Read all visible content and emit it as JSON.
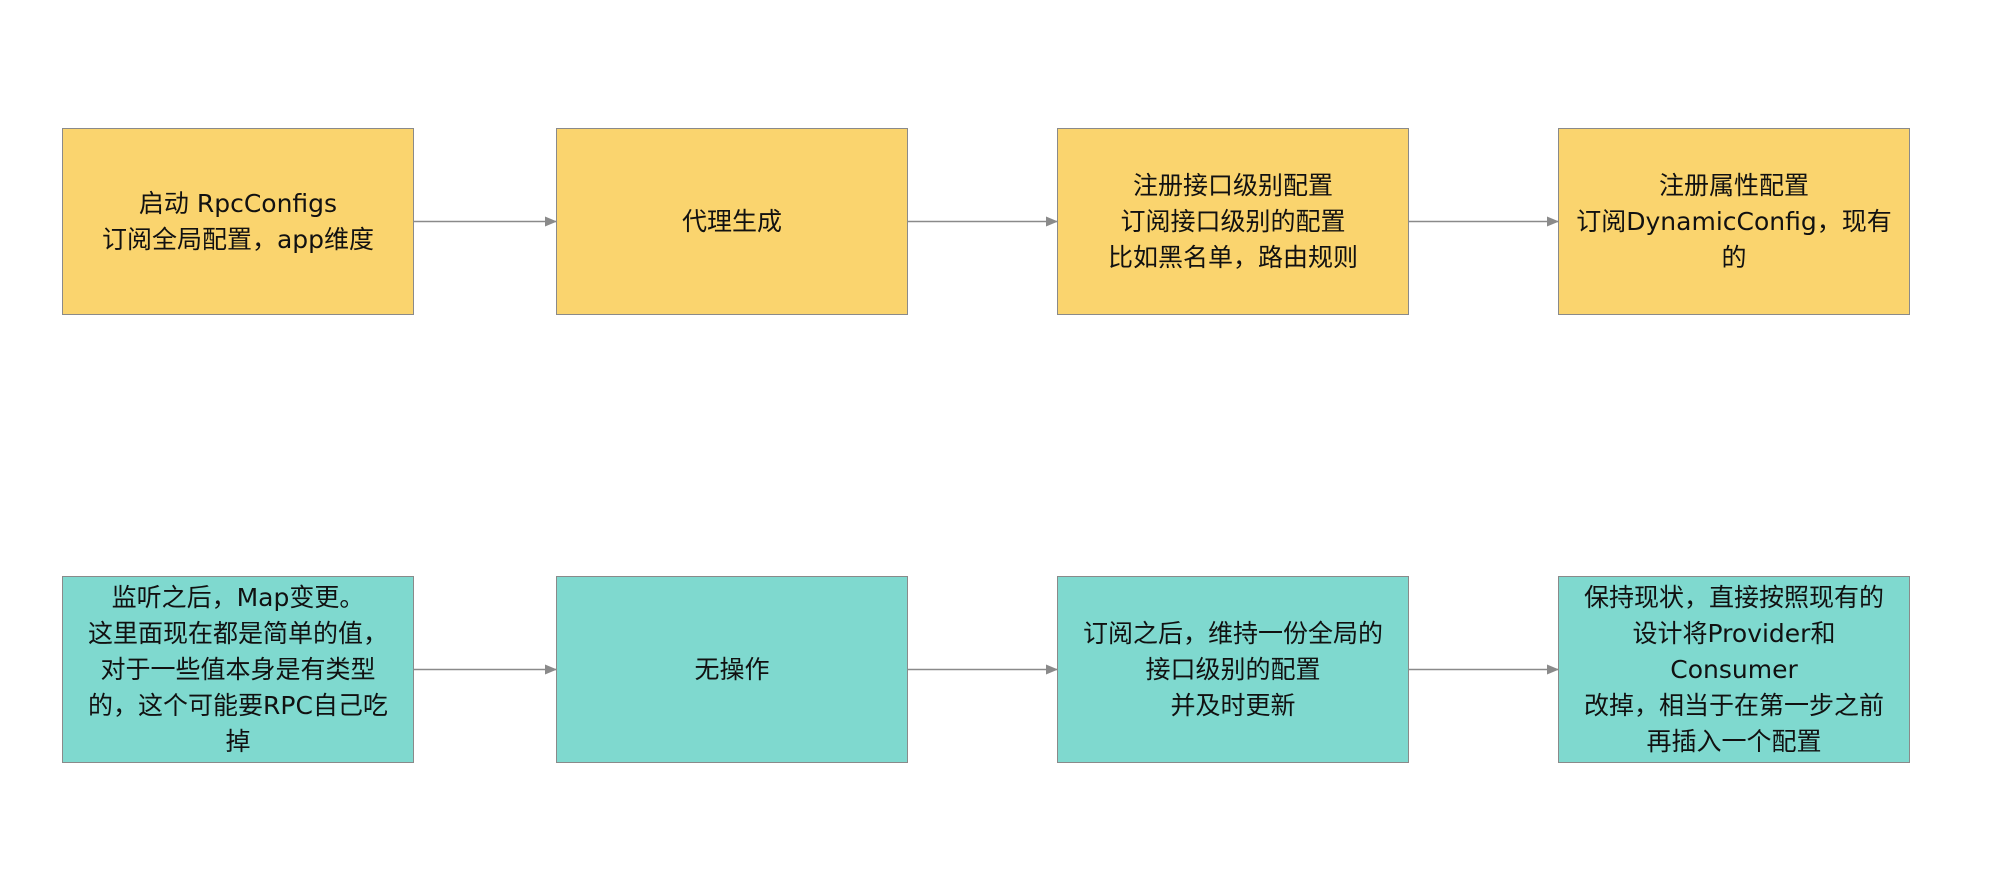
{
  "colors": {
    "row1_fill": "#FAD46E",
    "row2_fill": "#7FD9CF",
    "border": "#8A8A8A",
    "arrow": "#8A8A8A"
  },
  "rows": [
    {
      "nodes": [
        {
          "text": "启动 RpcConfigs\n订阅全局配置，app维度"
        },
        {
          "text": "代理生成"
        },
        {
          "text": "注册接口级别配置\n订阅接口级别的配置\n比如黑名单，路由规则"
        },
        {
          "text": "注册属性配置\n订阅DynamicConfig，现有\n的"
        }
      ]
    },
    {
      "nodes": [
        {
          "text": "监听之后，Map变更。\n这里面现在都是简单的值，\n对于一些值本身是有类型\n的，这个可能要RPC自己吃\n掉"
        },
        {
          "text": "无操作"
        },
        {
          "text": "订阅之后，维持一份全局的\n接口级别的配置\n并及时更新"
        },
        {
          "text": "保持现状，直接按照现有的\n设计将Provider和Consumer\n改掉，相当于在第一步之前\n再插入一个配置"
        }
      ]
    }
  ]
}
